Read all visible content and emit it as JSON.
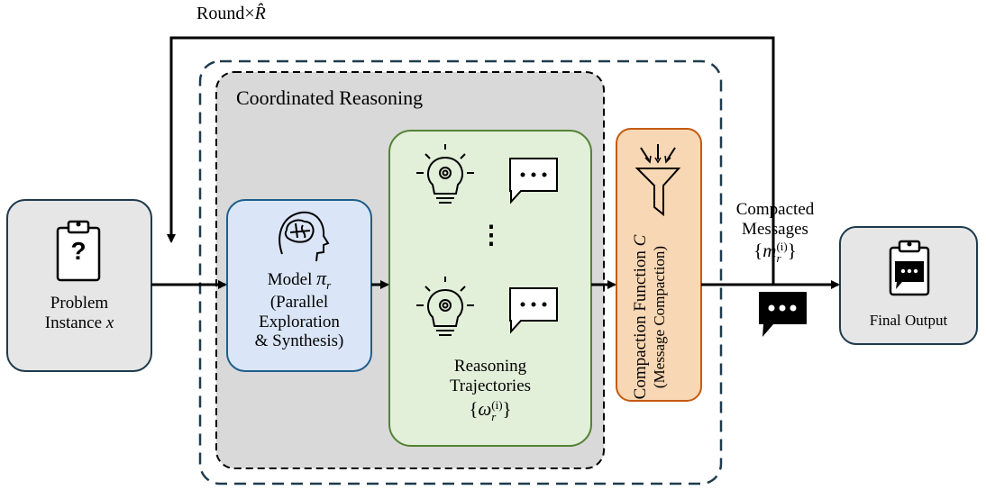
{
  "loop_label": {
    "prefix": "Round×",
    "var": "R̂"
  },
  "container_title": "Coordinated Reasoning",
  "problem": {
    "line1": "Problem",
    "line2_text": "Instance ",
    "line2_var": "x",
    "icon_glyph": "?"
  },
  "model": {
    "line1_text": "Model ",
    "line1_var": "π",
    "line1_sub": "r",
    "line2": "(Parallel",
    "line3": "Exploration",
    "line4": "& Synthesis)"
  },
  "trajectories": {
    "line1": "Reasoning",
    "line2": "Trajectories",
    "math_open": "{",
    "math_var": "ω",
    "math_sub": "r",
    "math_sup": "(i)",
    "math_close": "}",
    "ellipsis": "⋮"
  },
  "compaction": {
    "line1_text": "Compaction Function ",
    "line1_var": "C",
    "line2": "(Message Compaction)"
  },
  "messages": {
    "line1": "Compacted",
    "line2": "Messages",
    "math_open": "{",
    "math_var": "m",
    "math_sub": "r",
    "math_sup": "(i)",
    "math_close": "}"
  },
  "output": {
    "label": "Final Output"
  },
  "colors": {
    "outer_border": "#1f3b4d",
    "gray_fill": "#d9d9d9",
    "blue_fill": "#dae6f7",
    "blue_border": "#1f5e8c",
    "green_fill": "#e2efd9",
    "green_border": "#548235",
    "orange_fill": "#f8d7b4",
    "orange_border": "#c55a11",
    "node_fill": "#e6e6e6",
    "node_border": "#1f3b4d"
  },
  "icons": [
    "clipboard-question-icon",
    "brain-head-icon",
    "lightbulb-gear-icon",
    "speech-bubble-icon",
    "funnel-icon",
    "chat-bubble-icon",
    "clipboard-chat-icon"
  ]
}
